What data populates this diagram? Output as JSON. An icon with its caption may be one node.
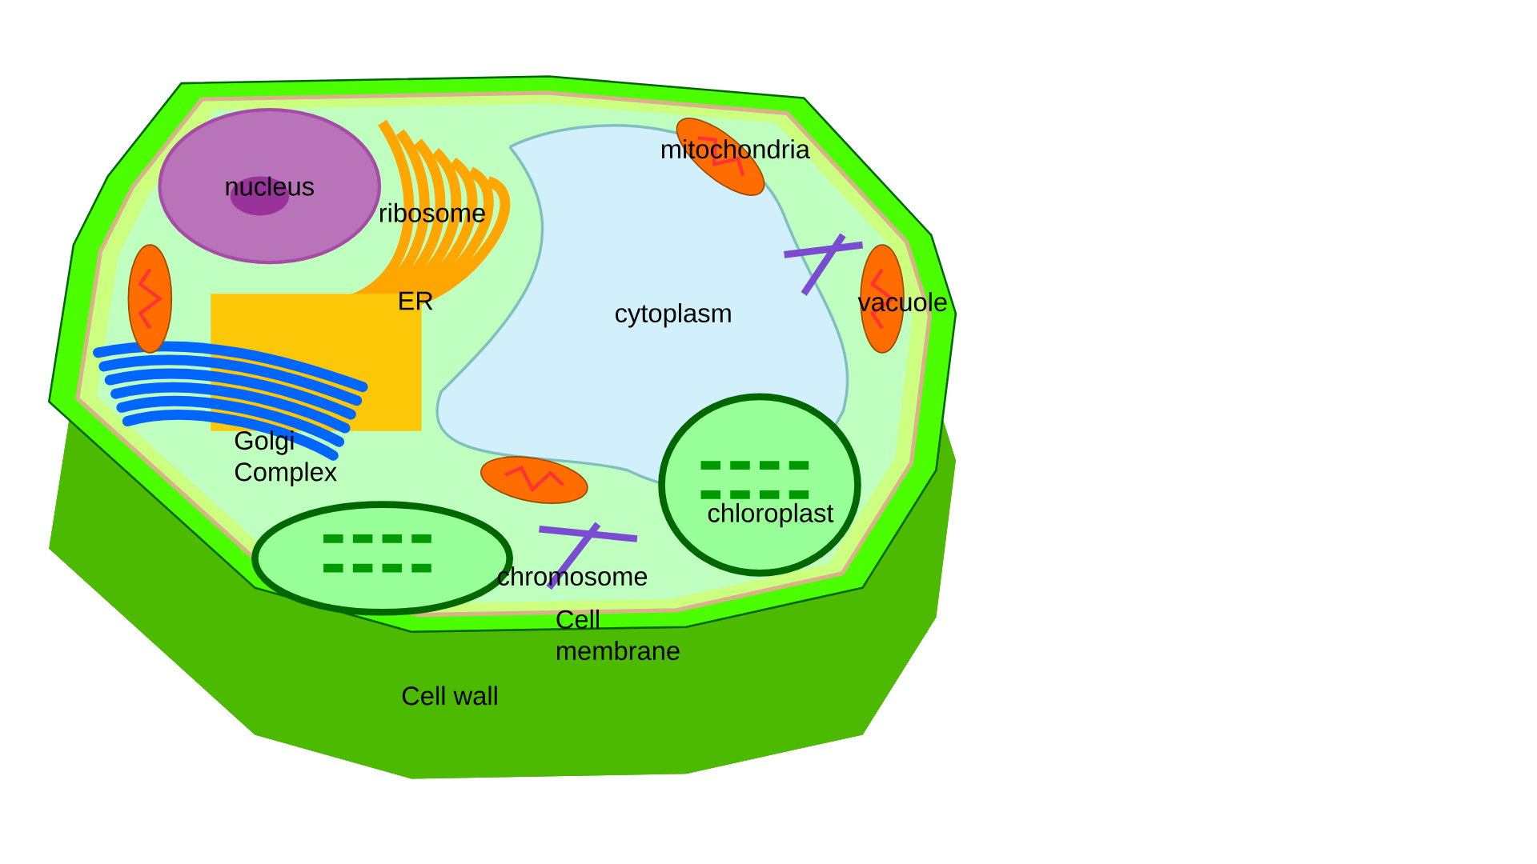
{
  "diagram": {
    "labels": [
      "nucleus",
      "ribosome",
      "mitochondria",
      "ER",
      "cytoplasm",
      "vacuole",
      "Golgi Complex",
      "chloroplast",
      "chromosome",
      "Cell membrane",
      "Cell wall"
    ]
  }
}
